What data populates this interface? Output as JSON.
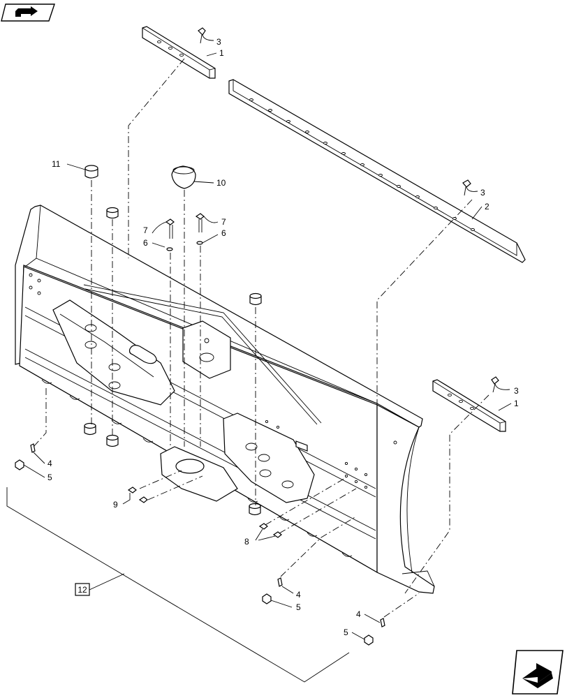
{
  "callouts": {
    "c1_top": "1",
    "c3_top": "3",
    "c2": "2",
    "c3_mid": "3",
    "c1_mid": "1",
    "c3_right": "3",
    "c11": "11",
    "c10": "10",
    "c7_left": "7",
    "c7_right": "7",
    "c6_left": "6",
    "c6_right": "6",
    "c4_left": "4",
    "c5_left": "5",
    "c9": "9",
    "c8": "8",
    "c4_mid": "4",
    "c5_mid": "5",
    "c4_right": "4",
    "c5_right": "5",
    "c12": "12"
  },
  "icons": {
    "top_left": "previous-page-arrow-icon",
    "bottom_right": "next-page-arrow-icon"
  }
}
